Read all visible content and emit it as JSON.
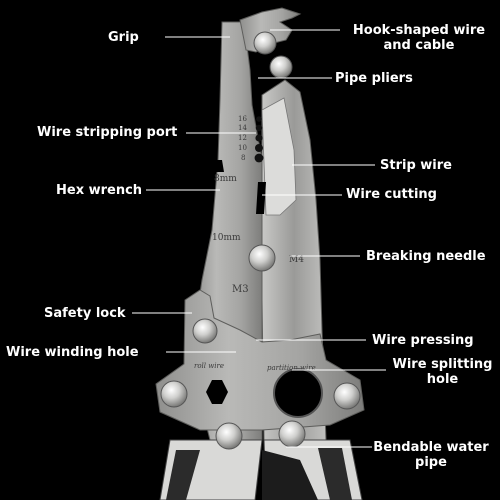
{
  "labels": {
    "grip": "Grip",
    "hook": "Hook-shaped wire\nand cable",
    "pipe_pliers": "Pipe pliers",
    "stripping_port": "Wire stripping port",
    "strip_wire": "Strip wire",
    "hex_wrench": "Hex wrench",
    "wire_cutting": "Wire cutting",
    "breaking_needle": "Breaking needle",
    "safety_lock": "Safety lock",
    "wire_pressing": "Wire pressing",
    "winding_hole": "Wire winding hole",
    "splitting_hole": "Wire splitting\nhole",
    "bendable_pipe": "Bendable water\npipe"
  },
  "stamps": {
    "gauge_16": "16",
    "gauge_14": "14",
    "gauge_12": "12",
    "gauge_10": "10",
    "gauge_8": "8",
    "hex_8mm": "8mm",
    "hex_10mm": "10mm",
    "m4": "M4",
    "m3": "M3",
    "roll_wire": "roll wire",
    "partition_wire": "partition wire"
  },
  "colors": {
    "background": "#000000",
    "steel": "#a9a9a7",
    "label_text": "#ffffff",
    "leader_line": "#ffffff"
  }
}
